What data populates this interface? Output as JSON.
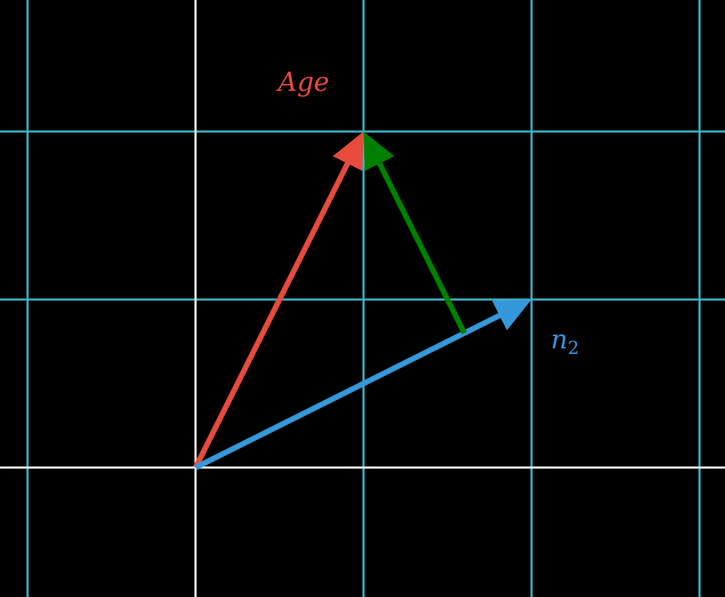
{
  "diagram": {
    "background": "#000000",
    "grid_color": "#3fb7c9",
    "axis_color": "#ffffff",
    "vectors": [
      {
        "id": "age",
        "label": "Age",
        "color": "#e64b3c",
        "from": [
          0,
          0
        ],
        "to": [
          1,
          2
        ]
      },
      {
        "id": "n2",
        "label": "n",
        "subscript": "2",
        "color": "#3598db",
        "from": [
          0,
          0
        ],
        "to": [
          2,
          1
        ]
      },
      {
        "id": "residual",
        "label": "",
        "color": "#008000",
        "from": [
          1.6,
          0.8
        ],
        "to": [
          1,
          2
        ]
      }
    ]
  }
}
